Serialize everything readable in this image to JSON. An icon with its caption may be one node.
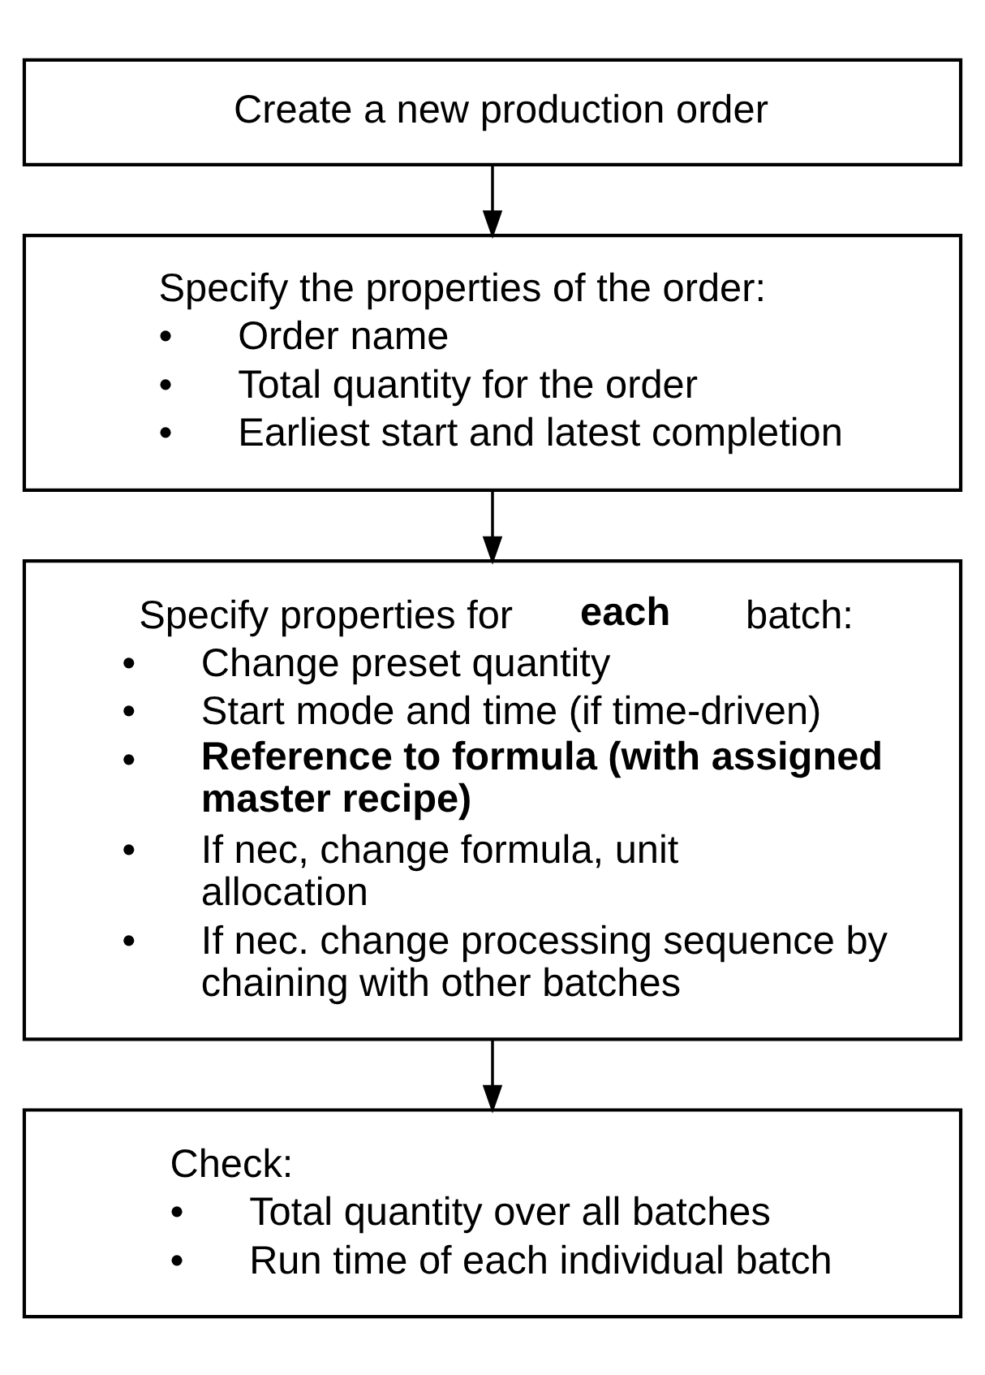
{
  "diagram": {
    "nodes": [
      {
        "text": [
          "Create a new production order"
        ]
      },
      {
        "text": [
          "Specify the properties of the order:",
          "• Order name",
          "• Total quantity for the order",
          "• Earliest start and latest completion"
        ]
      },
      {
        "text": [
          "Specify properties for **each** batch:",
          "• Change preset quantity",
          "• Start mode and time (if time-driven)",
          "• **Reference to formula (with assigned master recipe)**",
          "• If nec, change formula, unit allocation",
          "• If nec. change processing sequence by chaining with other batches"
        ]
      },
      {
        "text": [
          "Check:",
          "• Total quantity over all batches",
          "• Run time of each individual batch"
        ]
      }
    ],
    "edges": [
      {
        "from": 0,
        "to": 1,
        "arrow": "to"
      },
      {
        "from": 1,
        "to": 2,
        "arrow": "to"
      },
      {
        "from": 2,
        "to": 3,
        "arrow": "to"
      }
    ]
  }
}
